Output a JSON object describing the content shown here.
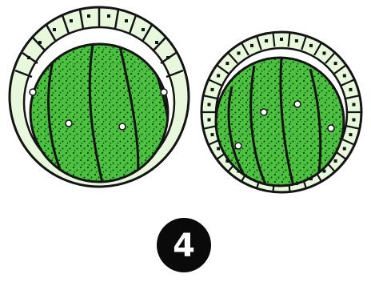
{
  "figure": {
    "panel_number": "4"
  },
  "colors": {
    "cell_green": "#4cc13f",
    "cell_green_light": "#6fd561",
    "outer_layer_fill": "#e7f8dc",
    "outline": "#141414",
    "speckle": "#0b3d0b",
    "badge_fill": "#0a0a0a",
    "badge_text": "#ffffff",
    "background": "#ffffff"
  },
  "drawings": [
    {
      "name": "left-cell-cluster"
    },
    {
      "name": "right-cell-cluster"
    }
  ]
}
